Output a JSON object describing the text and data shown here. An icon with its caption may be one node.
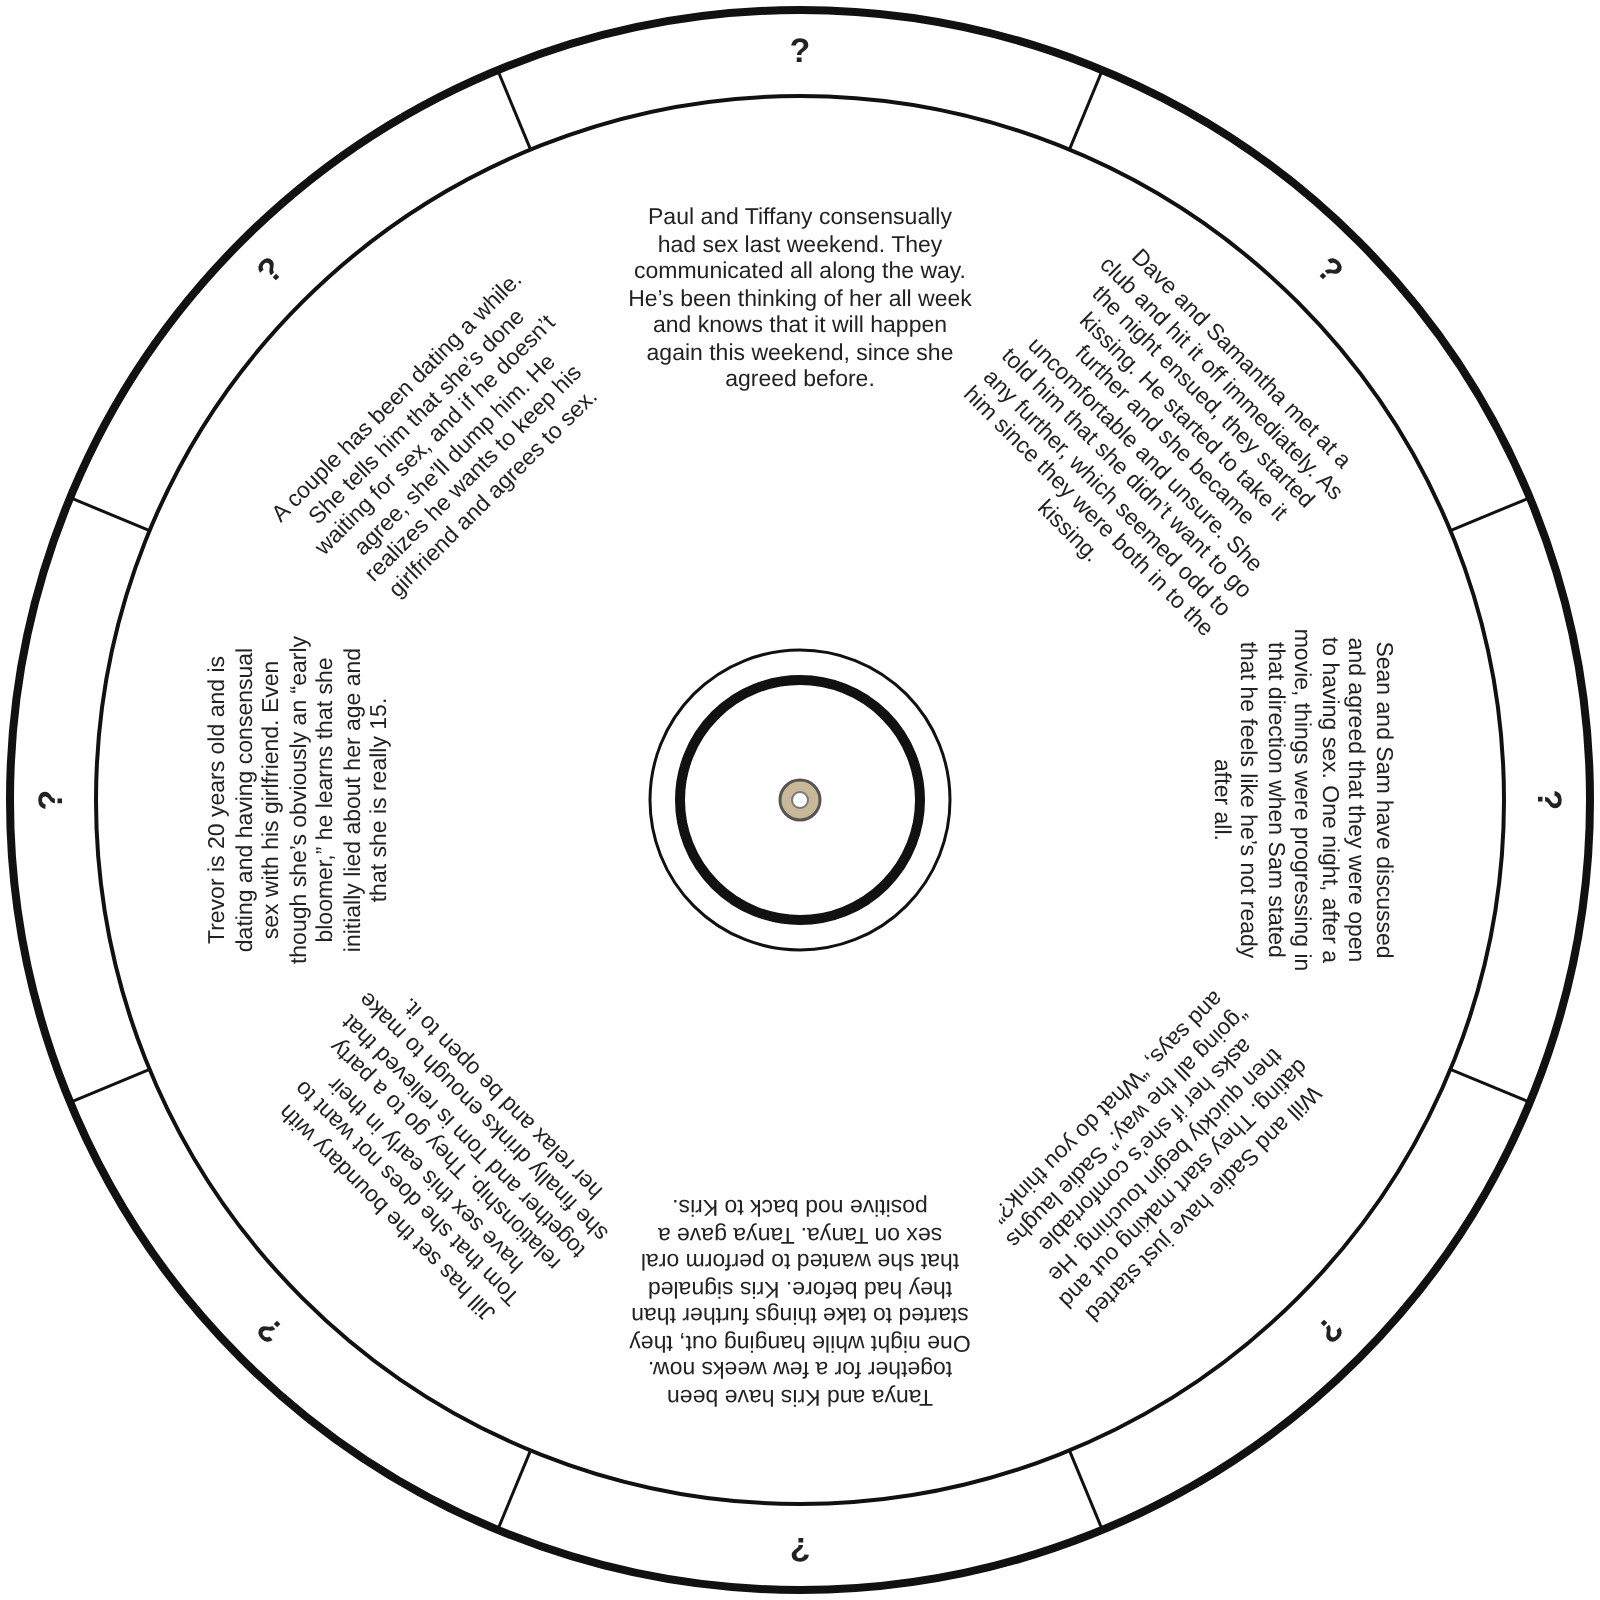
{
  "diagram": {
    "labels": [
      "?",
      "Paul and Tiffany consensually had sex last weekend. They communicated all along the way. He’s been thinking of her all week and knows that it will happen again this weekend, since she agreed before.",
      "?",
      "Dave and Samantha met at a club and hit it off immediately. As the night ensued, they started kissing. He started to take it further and she became uncomfortable and unsure. She told him that she didn’t want to go any further, which seemed odd to him since they were both in to the kissing.",
      "?",
      "Sean and Sam have discussed and agreed that they were open to having sex. One night, after a movie, things were progressing in that direction when Sam stated that he feels like he’s not ready after all.",
      "?",
      "Will and Sadie have just started dating. They start making out and then quickly begin touching. He asks her if she’s comfortable “going all the way.” Sadie laughs and says, “What do you think?”",
      "?",
      "Tanya and Kris have been together for a few weeks now. One night while hanging out, they started to take things further than they had before. Kris signaled that she wanted to perform oral sex on Tanya. Tanya gave a positive nod back to Kris.",
      "?",
      "Jill has set the boundary with Tom that she does not want to have sex this early in their relationship. They go to a party together and Tom is relieved that she finally drinks enough to make her relax and be open to it.",
      "?",
      "Trevor is 20 years old and is dating and having consensual sex with his girlfriend. Even though she’s obviously an “early bloomer,” he learns that she initially lied about her age and that she is really 15.",
      "?",
      "A couple has been dating a while. She tells him that she’s done waiting for sex, and if he doesn’t agree, she’ll dump him. He realizes he wants to keep his girlfriend and agrees to sex."
    ]
  }
}
